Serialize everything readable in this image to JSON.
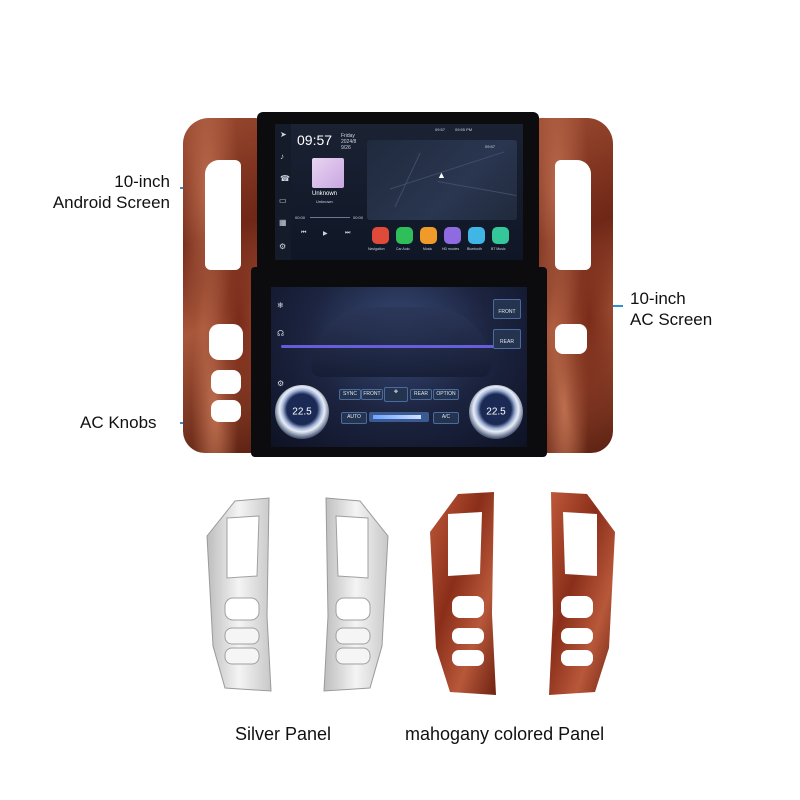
{
  "callouts": {
    "android": {
      "line1": "10-inch",
      "line2": "Android Screen"
    },
    "ac_screen": {
      "line1": "10-inch",
      "line2": "AC Screen"
    },
    "knobs": {
      "label": "AC Knobs"
    }
  },
  "android_ui": {
    "time": "09:57",
    "date": "Friday",
    "date2": "2024/8",
    "date3": "9/26",
    "media_title": "Unknown",
    "media_sub": "Unknown",
    "media_start": "00:00",
    "media_end": "00:00",
    "status_left": "09:57",
    "status_right": "09:55 PM",
    "map_time": "09:57",
    "apps": [
      "Navigation",
      "Car Auto",
      "Music",
      "HD movies",
      "Bluetooth",
      "BT Music"
    ]
  },
  "ac_ui": {
    "buttons": [
      "SYNC",
      "FRONT",
      "REAR",
      "OPTION",
      "AUTO",
      "A/C"
    ],
    "side_right": [
      "FRONT",
      "REAR"
    ],
    "knob_left": "22.5",
    "knob_right": "22.5"
  },
  "captions": {
    "silver": "Silver Panel",
    "mahogany": "mahogany colored Panel"
  },
  "colors": {
    "accent_line": "#2f8fd8",
    "wood": "#8b3a22",
    "silver": "#d8d8d8"
  }
}
